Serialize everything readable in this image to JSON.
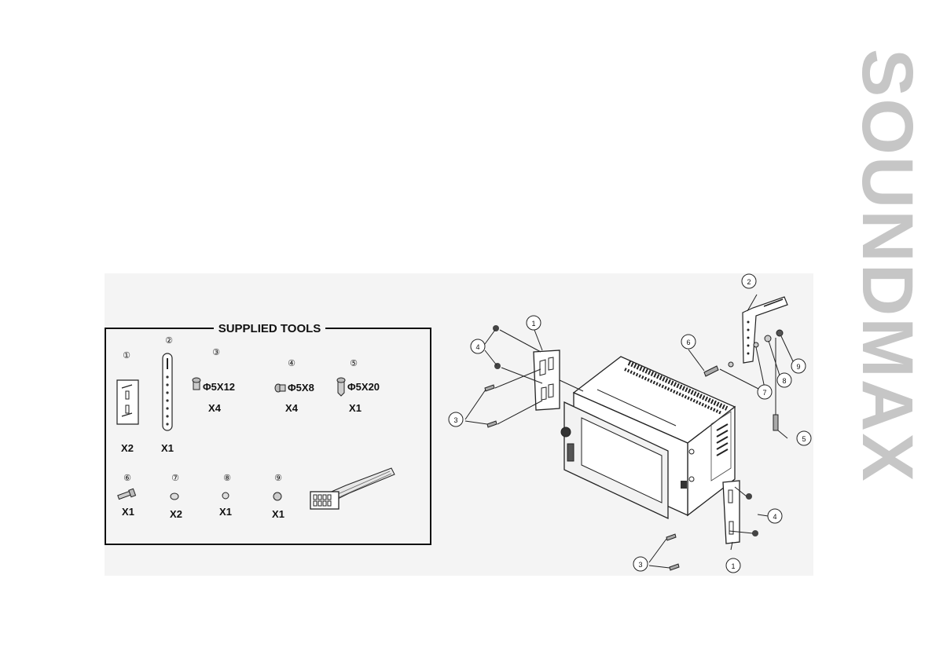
{
  "brand": "SOUNDMAX",
  "tools_box": {
    "title": "SUPPLIED TOOLS",
    "items": [
      {
        "num": "①",
        "qty": "X2"
      },
      {
        "num": "②",
        "qty": "X1"
      },
      {
        "num": "③",
        "spec": "Φ5X12",
        "qty": "X4"
      },
      {
        "num": "④",
        "spec": "Φ5X8",
        "qty": "X4"
      },
      {
        "num": "⑤",
        "spec": "Φ5X20",
        "qty": "X1"
      },
      {
        "num": "⑥",
        "qty": "X1"
      },
      {
        "num": "⑦",
        "qty": "X2"
      },
      {
        "num": "⑧",
        "qty": "X1"
      },
      {
        "num": "⑨",
        "qty": "X1"
      }
    ]
  },
  "callouts": {
    "c1a": "1",
    "c1b": "1",
    "c2": "2",
    "c3a": "3",
    "c3b": "3",
    "c4a": "4",
    "c4b": "4",
    "c5": "5",
    "c6": "6",
    "c7": "7",
    "c8": "8",
    "c9": "9"
  }
}
